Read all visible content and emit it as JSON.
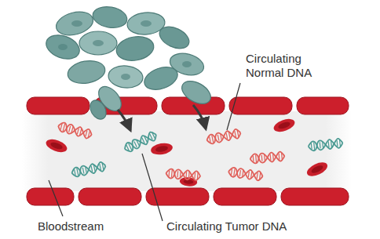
{
  "diagram": {
    "labels": [
      "Circulating Normal DNA",
      "Bloodstream",
      "Circulating Tumor DNA"
    ]
  }
}
